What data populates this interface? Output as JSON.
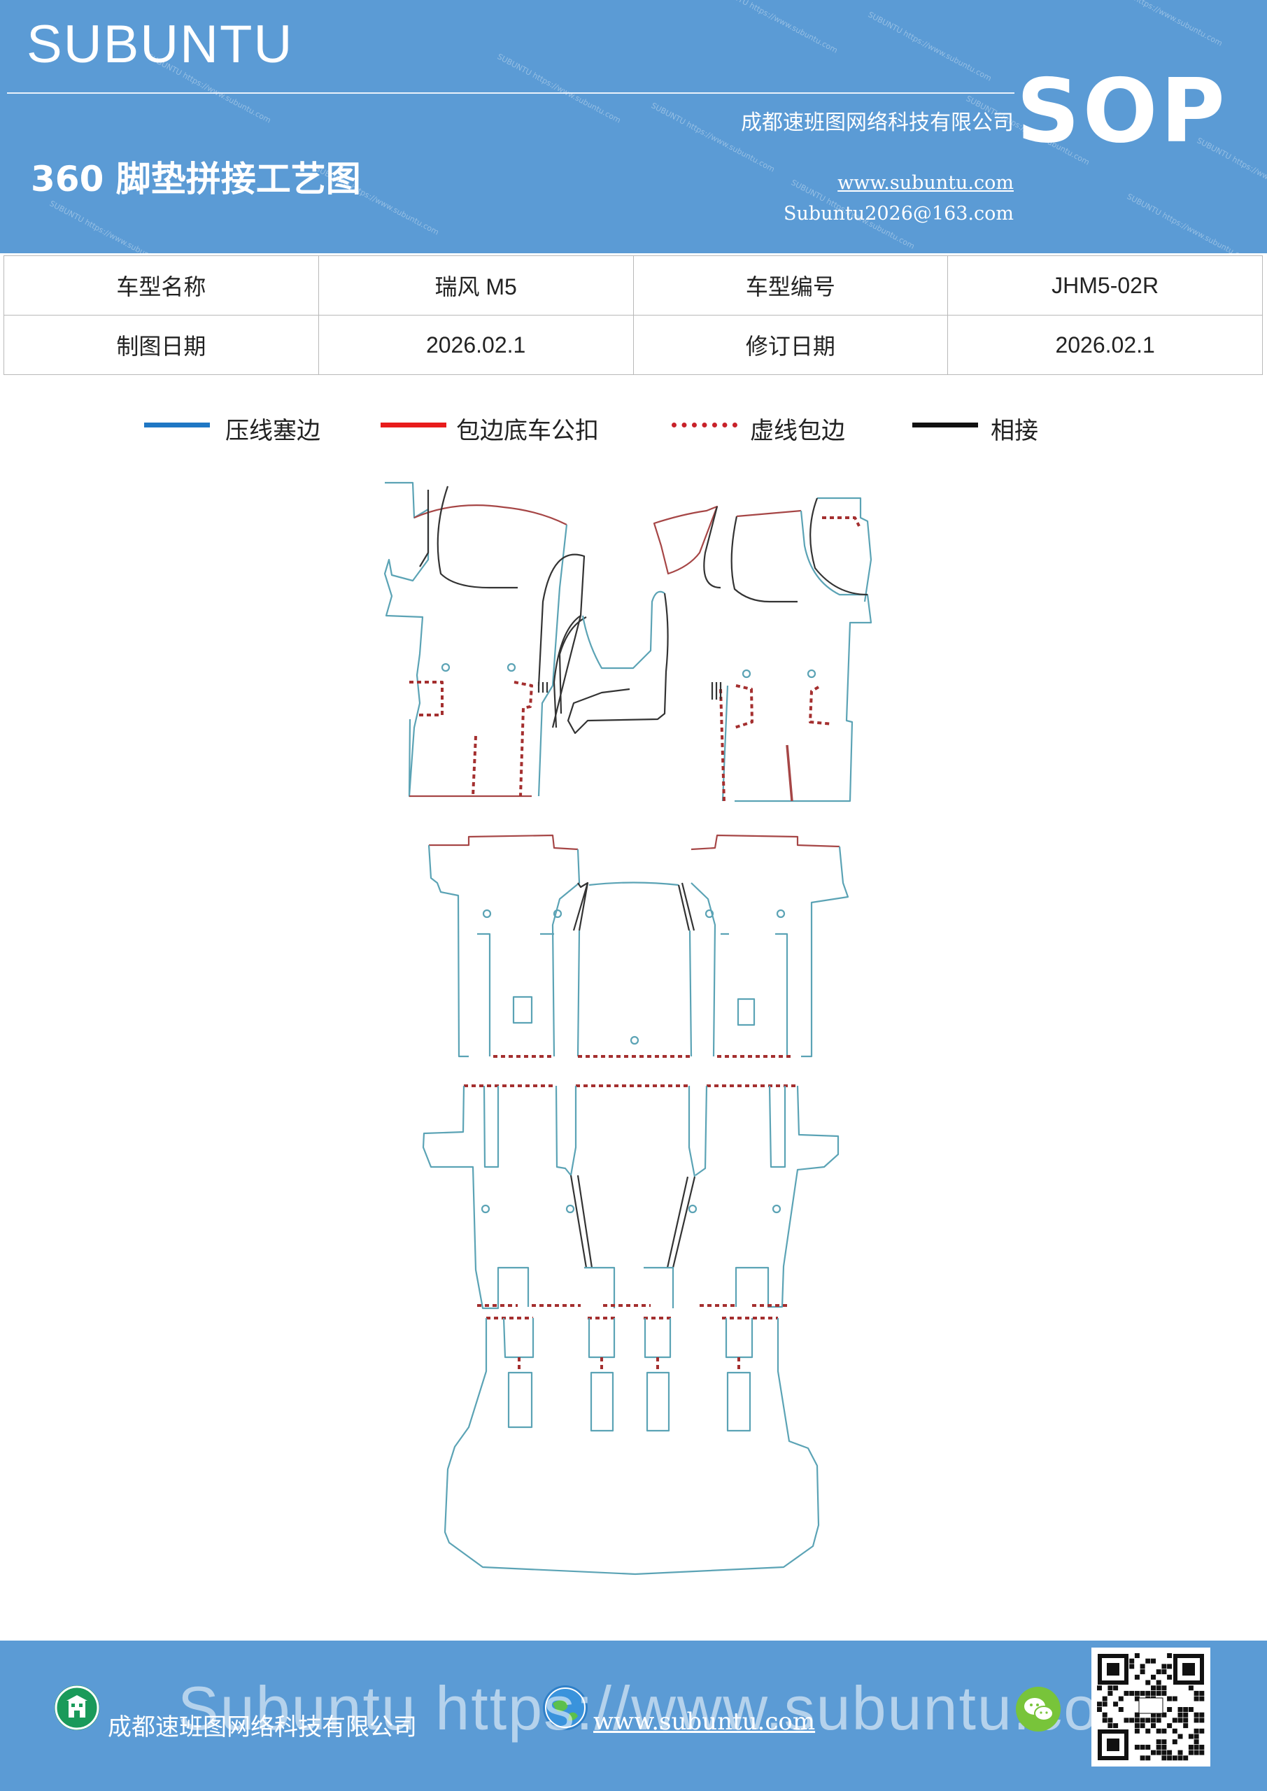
{
  "header": {
    "brand": "SUBUNTU",
    "company": "成都速班图网络科技有限公司",
    "title": "360 脚垫拼接工艺图",
    "website": "www.subuntu.com",
    "email": "Subuntu2026@163.com",
    "badge": "SOP",
    "watermark": "SUBUNTU https://www.subuntu.com"
  },
  "info_table": {
    "rows": [
      [
        {
          "label": "车型名称",
          "value": "瑞风 M5"
        },
        {
          "label": "车型编号",
          "value": "JHM5-02R"
        }
      ],
      [
        {
          "label": "制图日期",
          "value": "2026.02.1"
        },
        {
          "label": "修订日期",
          "value": "2026.02.1"
        }
      ]
    ]
  },
  "legend": [
    {
      "label": "压线塞边",
      "color": "#1f77c4",
      "style": "solid"
    },
    {
      "label": "包边底车公扣",
      "color": "#e81c1c",
      "style": "solid"
    },
    {
      "label": "虚线包边",
      "color": "#c8222a",
      "style": "dotted"
    },
    {
      "label": "相接",
      "color": "#111111",
      "style": "solid"
    }
  ],
  "diagram_colors": {
    "press_line": "#5ba3b5",
    "wrap_edge": "#a64646",
    "dashed_wrap": "#a42f2f",
    "joint": "#333333"
  },
  "footer": {
    "company": "成都速班图网络科技有限公司",
    "website": "www.subuntu.com",
    "watermark": "Subuntu https://www.subuntu.com",
    "icons": [
      "building-icon",
      "globe-icon",
      "wechat-icon",
      "qr-code"
    ]
  }
}
